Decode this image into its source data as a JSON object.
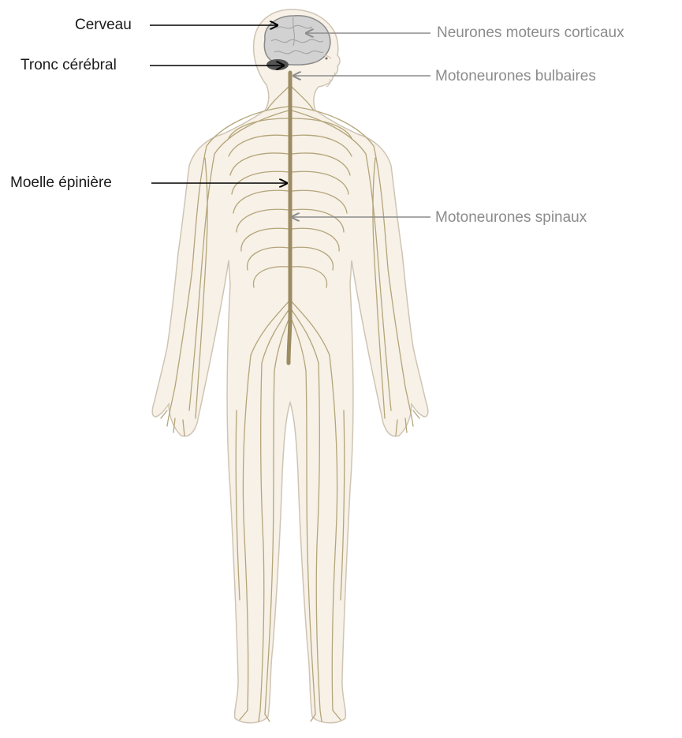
{
  "labels": {
    "cerveau": "Cerveau",
    "tronc": "Tronc cérébral",
    "moelle": "Moelle épinière",
    "neurones_corticaux": "Neurones moteurs corticaux",
    "motoneurones_bulbaires": "Motoneurones bulbaires",
    "motoneurones_spinaux": "Motoneurones spinaux"
  },
  "colors": {
    "body_fill": "#f7f1e7",
    "body_outline": "#cfc4b4",
    "nerve": "#b4a57a",
    "spinal_cord": "#9c8c63",
    "brain_fill": "#d2d2d2",
    "brain_outline": "#8a8a8a",
    "brainstem": "#555555",
    "arrow_dark": "#000000",
    "arrow_grey": "#8c8c8c"
  }
}
